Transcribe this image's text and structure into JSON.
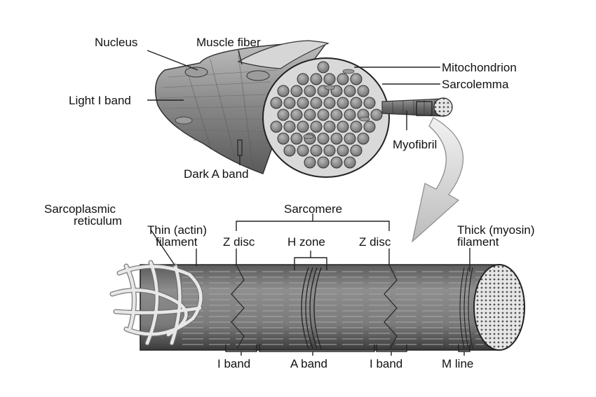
{
  "labels": {
    "nucleus": "Nucleus",
    "muscle_fiber": "Muscle fiber",
    "mitochondrion": "Mitochondrion",
    "sarcolemma": "Sarcolemma",
    "light_i_band": "Light I band",
    "myofibril": "Myofibril",
    "dark_a_band": "Dark A band",
    "sarcoplasmic_reticulum_line1": "Sarcoplasmic",
    "sarcoplasmic_reticulum_line2": "reticulum",
    "thin_filament_line1": "Thin (actin)",
    "thin_filament_line2": "filament",
    "sarcomere": "Sarcomere",
    "z_disc_left": "Z disc",
    "h_zone": "H zone",
    "z_disc_right": "Z disc",
    "thick_filament_line1": "Thick (myosin)",
    "thick_filament_line2": "filament",
    "i_band_left": "I band",
    "a_band": "A band",
    "i_band_right": "I band",
    "m_line": "M line"
  }
}
